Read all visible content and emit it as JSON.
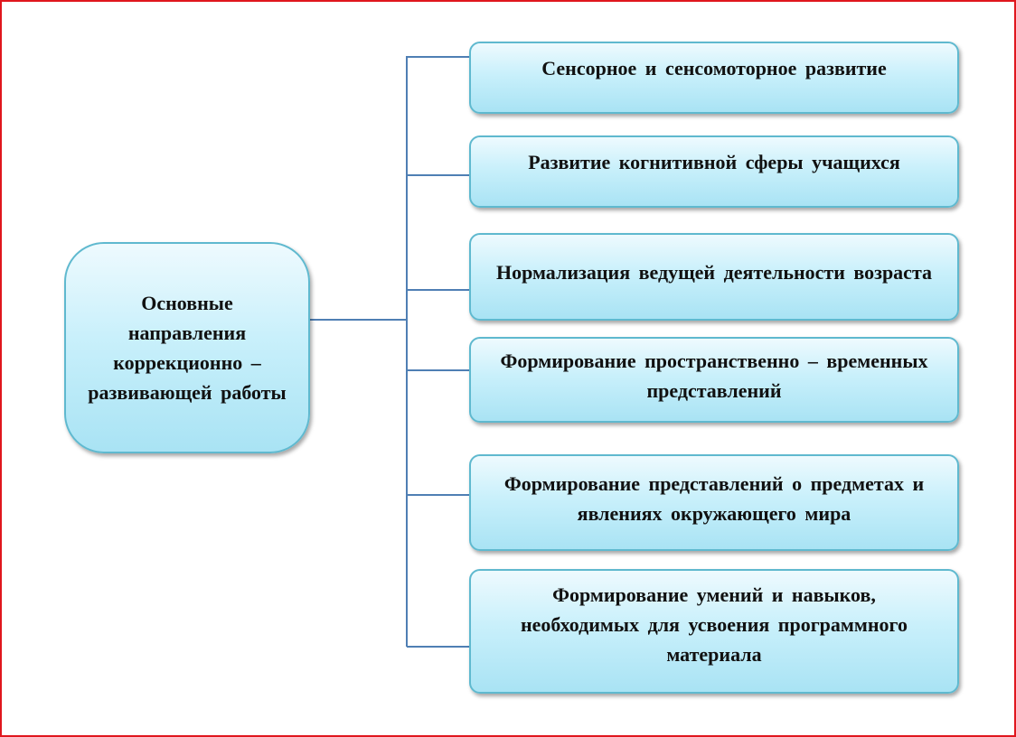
{
  "colors": {
    "frame_border": "#e0171e",
    "connector": "#4f7fb4",
    "box_border": "#5fb9cf",
    "box_fill_top": "#eefafe",
    "box_fill_bottom": "#a9e3f4"
  },
  "diagram": {
    "root": {
      "label": "Основные направления коррекционно – развивающей работы"
    },
    "branches": [
      {
        "label": "Сенсорное и сенсомоторное развитие"
      },
      {
        "label": "Развитие когнитивной сферы учащихся"
      },
      {
        "label": "Нормализация ведущей деятельности возраста"
      },
      {
        "label": "Формирование пространственно – временных представлений"
      },
      {
        "label": "Формирование представлений о предметах и явлениях окружающего мира"
      },
      {
        "label": "Формирование умений и навыков, необходимых для усвоения программного материала"
      }
    ]
  }
}
